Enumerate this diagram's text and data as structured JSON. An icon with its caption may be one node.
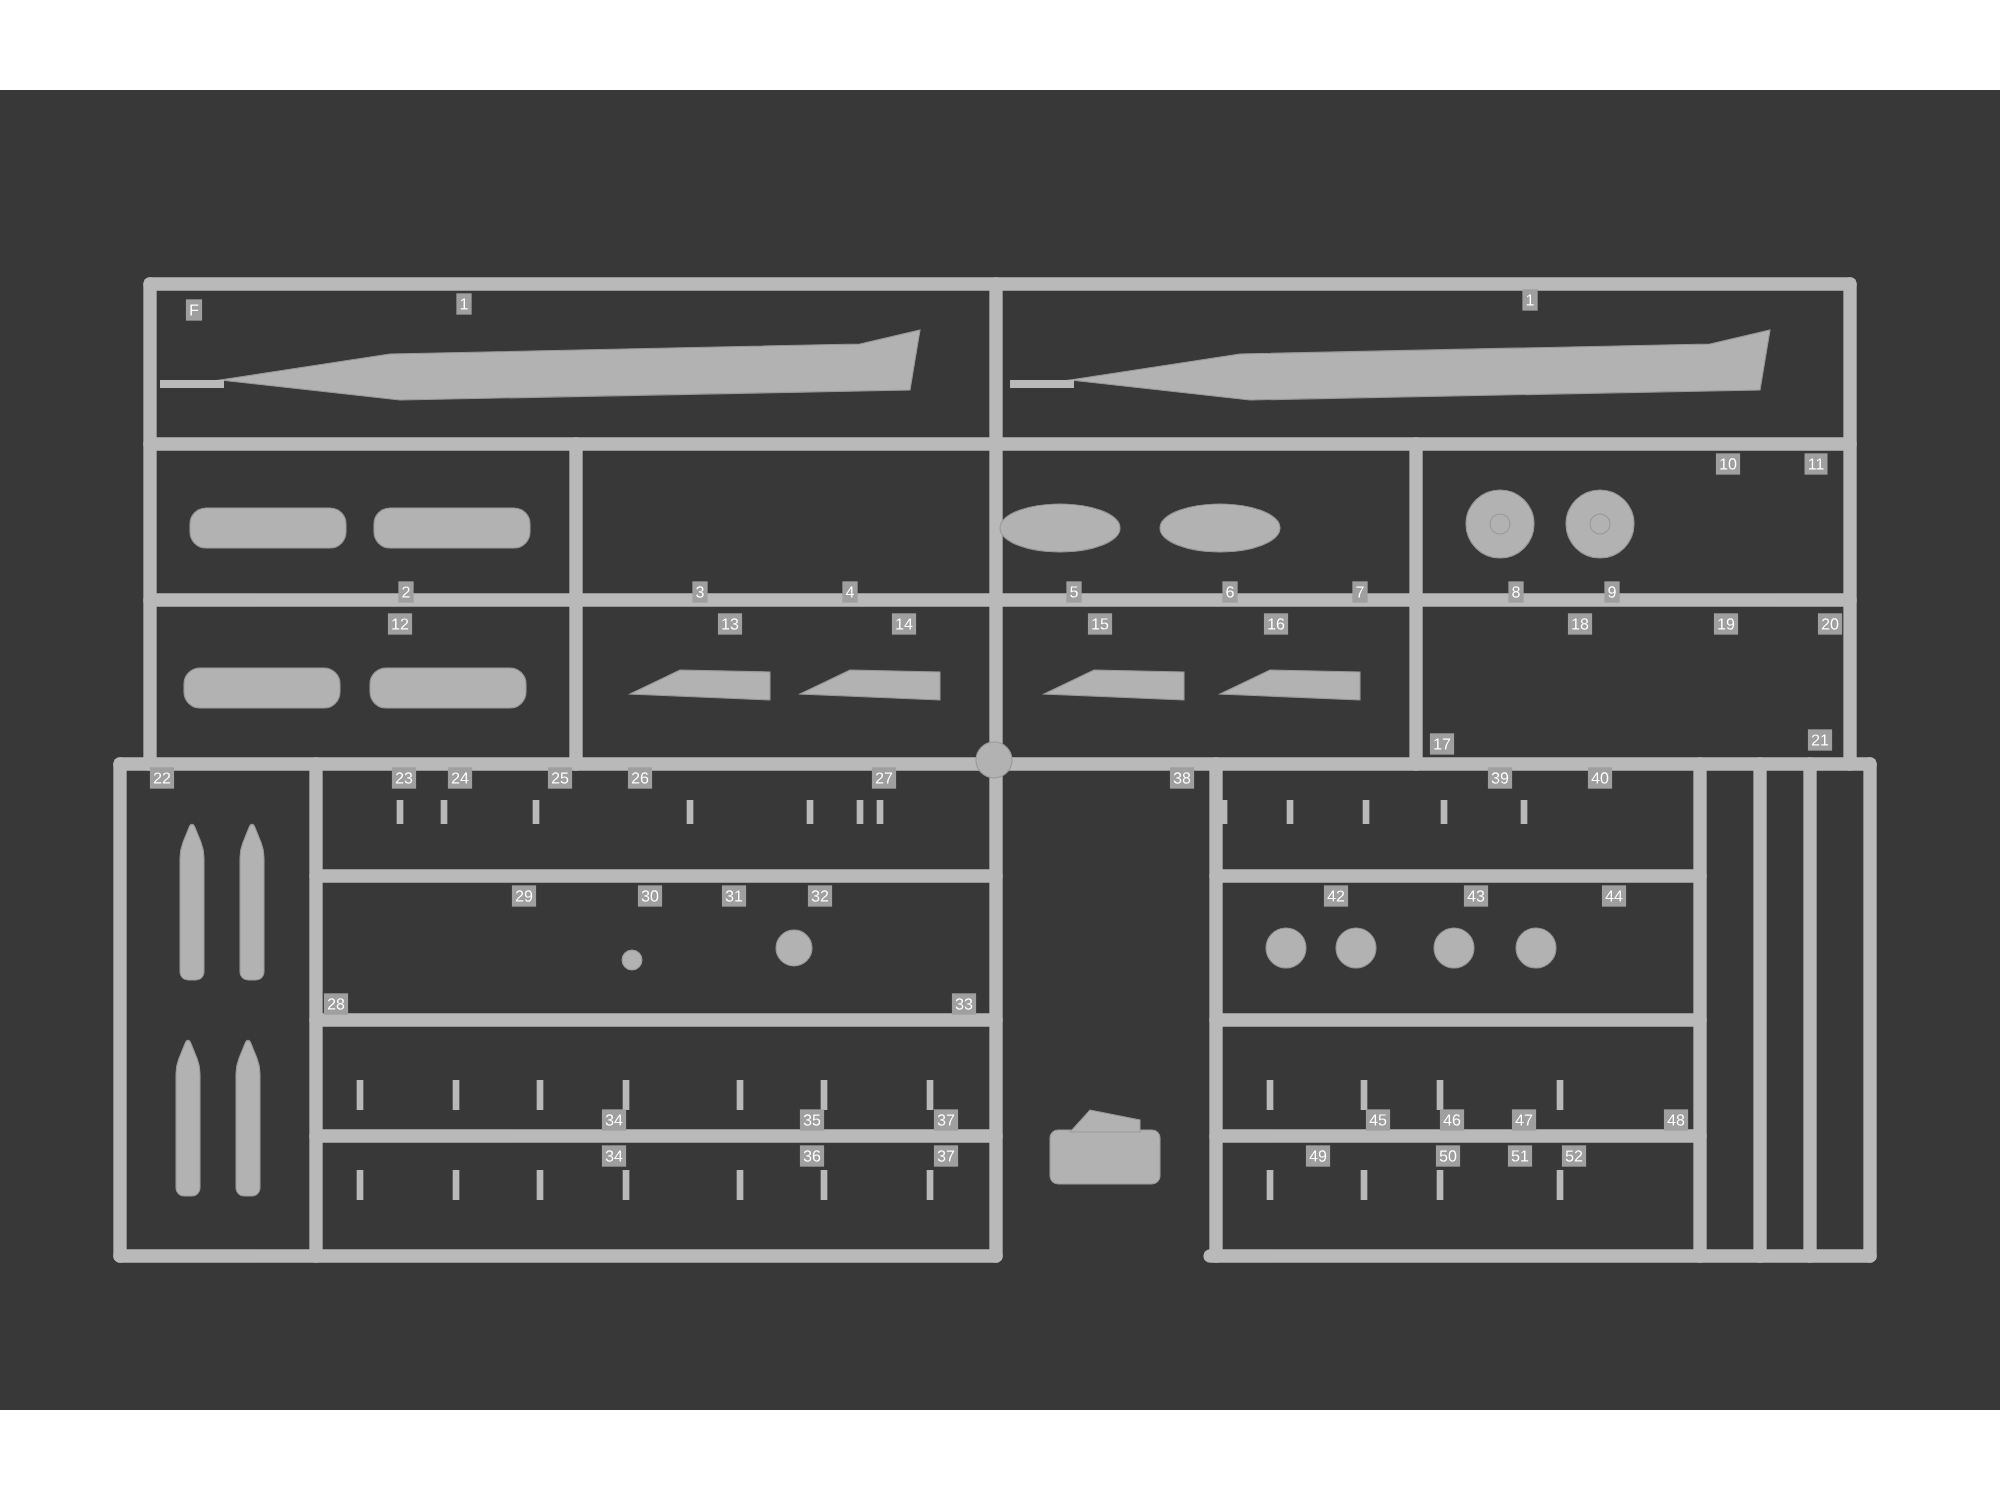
{
  "diagram": {
    "labels": [
      "F",
      "1",
      "1",
      "10",
      "11",
      "2",
      "3",
      "4",
      "5",
      "6",
      "7",
      "8",
      "9",
      "12",
      "13",
      "14",
      "15",
      "16",
      "18",
      "19",
      "20",
      "17",
      "21",
      "22",
      "23",
      "24",
      "25",
      "26",
      "27",
      "38",
      "39",
      "40",
      "29",
      "30",
      "31",
      "32",
      "42",
      "43",
      "44",
      "28",
      "33",
      "34",
      "35",
      "37",
      "45",
      "46",
      "47",
      "48",
      "34",
      "36",
      "37",
      "49",
      "50",
      "51",
      "52"
    ]
  }
}
